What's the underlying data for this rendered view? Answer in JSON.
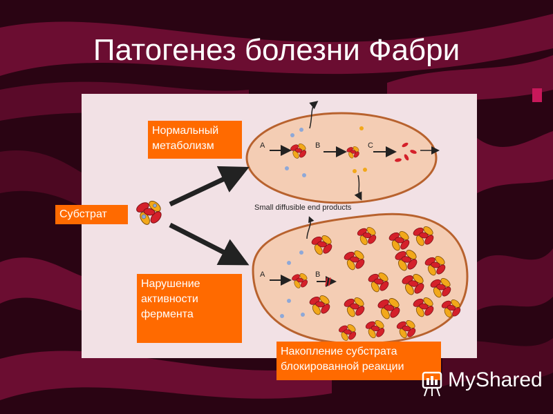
{
  "slide": {
    "title": "Патогенез болезни Фабри"
  },
  "diagram": {
    "labels": {
      "normal_metabolism": "Нормальный метаболизм",
      "substrate": "Субстрат",
      "enzyme_disorder": "Нарушение активности фермента",
      "substrate_accumulation": "Накопление субстрата блокированной реакции"
    },
    "figure_text": {
      "end_products": "Small diffusible end products",
      "step_a_top": "A",
      "step_b_top": "B",
      "step_c_top": "C",
      "step_a_bottom": "A",
      "step_b_bottom": "B",
      "block_mark": "//"
    }
  },
  "watermark": {
    "brand": "MyShared"
  },
  "colors": {
    "background": "#2a0413",
    "panel": "#f2e1e5",
    "label_fill": "#ff6a00",
    "cell_fill": "#f4cdb4",
    "cell_border": "#b8622e",
    "molecule_red": "#d4202a",
    "molecule_yellow": "#f2a81a",
    "molecule_blue": "#8ea8d8"
  }
}
